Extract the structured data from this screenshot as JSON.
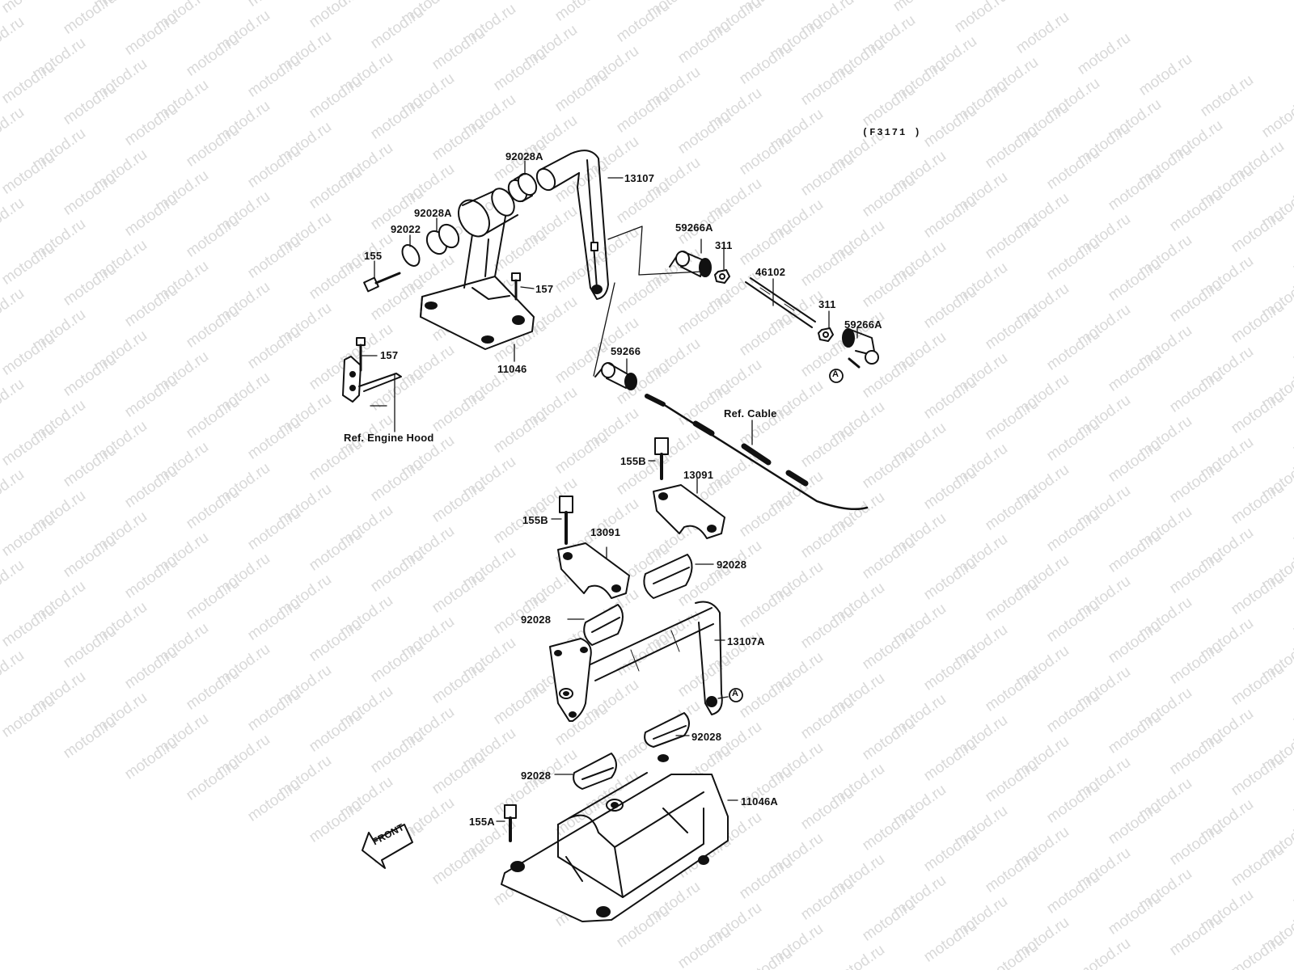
{
  "diagram_code": "(F3171 )",
  "watermark": "motod.ru",
  "front_label": "FRONT",
  "circle_marker": "A",
  "parts": [
    {
      "id": "p_92028A_1",
      "label": "92028A"
    },
    {
      "id": "p_13107",
      "label": "13107"
    },
    {
      "id": "p_92028A_2",
      "label": "92028A"
    },
    {
      "id": "p_92022",
      "label": "92022"
    },
    {
      "id": "p_155",
      "label": "155"
    },
    {
      "id": "p_157_1",
      "label": "157"
    },
    {
      "id": "p_157_2",
      "label": "157"
    },
    {
      "id": "p_11046",
      "label": "11046"
    },
    {
      "id": "p_ref_engine_hood",
      "label": "Ref. Engine Hood"
    },
    {
      "id": "p_59266A_1",
      "label": "59266A"
    },
    {
      "id": "p_311_1",
      "label": "311"
    },
    {
      "id": "p_46102",
      "label": "46102"
    },
    {
      "id": "p_311_2",
      "label": "311"
    },
    {
      "id": "p_59266A_2",
      "label": "59266A"
    },
    {
      "id": "p_59266",
      "label": "59266"
    },
    {
      "id": "p_ref_cable",
      "label": "Ref. Cable"
    },
    {
      "id": "p_155B_1",
      "label": "155B"
    },
    {
      "id": "p_13091_1",
      "label": "13091"
    },
    {
      "id": "p_155B_2",
      "label": "155B"
    },
    {
      "id": "p_13091_2",
      "label": "13091"
    },
    {
      "id": "p_92028_1",
      "label": "92028"
    },
    {
      "id": "p_92028_2",
      "label": "92028"
    },
    {
      "id": "p_13107A",
      "label": "13107A"
    },
    {
      "id": "p_92028_3",
      "label": "92028"
    },
    {
      "id": "p_92028_4",
      "label": "92028"
    },
    {
      "id": "p_11046A",
      "label": "11046A"
    },
    {
      "id": "p_155A",
      "label": "155A"
    }
  ]
}
